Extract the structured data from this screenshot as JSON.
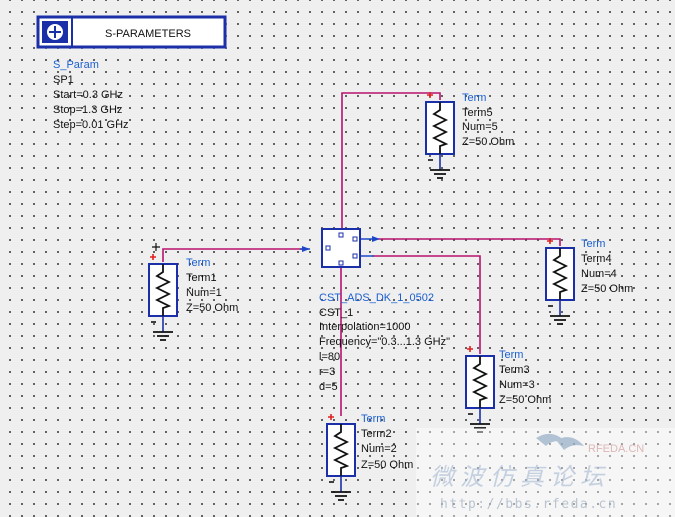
{
  "sp_block": {
    "title": "S-PARAMETERS",
    "params": [
      "S_Param",
      "SP1",
      "Start=0.3 GHz",
      "Stop=1.3 GHz",
      "Step=0.01 GHz"
    ]
  },
  "terms": [
    {
      "id": "term1",
      "lines": [
        "Term",
        "Term1",
        "Num=1",
        "Z=50 Ohm"
      ]
    },
    {
      "id": "term2",
      "lines": [
        "Term",
        "Term2",
        "Num=2",
        "Z=50 Ohm"
      ]
    },
    {
      "id": "term3",
      "lines": [
        "Term",
        "Term3",
        "Num=3",
        "Z=50 Ohm"
      ]
    },
    {
      "id": "term4",
      "lines": [
        "Term",
        "Term4",
        "Num=4",
        "Z=50 Ohm"
      ]
    },
    {
      "id": "term5",
      "lines": [
        "Term",
        "Term5",
        "Num=5",
        "Z=50 Ohm"
      ]
    }
  ],
  "component": {
    "lines": [
      "CST_ADS_DK_1_0502",
      "CST_1",
      "Interpolation=1000",
      "Frequency=\"0.3...1.3 GHz\"",
      "l=80",
      "r=3",
      "d=5"
    ]
  },
  "watermark": {
    "top": "RFEDA.CN",
    "logo_text": "微波仿真论坛",
    "url": "http://bbs.rfeda.cn"
  },
  "colors": {
    "wire": "#b8126e",
    "symbol": "#1a2fa8",
    "label": "#1a5fd0"
  }
}
